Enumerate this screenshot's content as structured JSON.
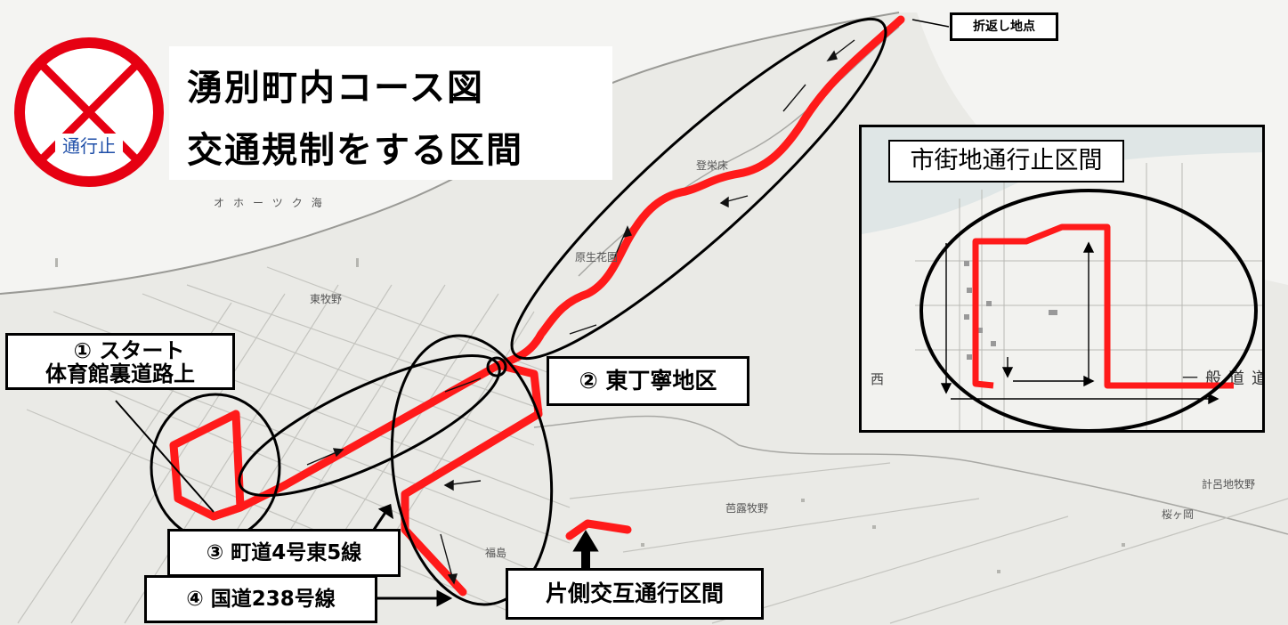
{
  "title": {
    "line1": "湧別町内コース図",
    "line2": "交通規制をする区間"
  },
  "sign": {
    "label": "通行止",
    "ring_color": "#e60012",
    "cross_color": "#e60012"
  },
  "labels": {
    "turnaround": "折返し地点",
    "start_line1": "① スタート",
    "start_line2": "体育館裏道路上",
    "higashi_teinei": "② 東丁寧地区",
    "town_road": "③ 町道4号東5線",
    "national_road": "④ 国道238号線",
    "alternating": "片側交互通行区間"
  },
  "inset": {
    "title": "市街地通行止区間",
    "road_label": "一般道道",
    "west_label": "西"
  },
  "map_text": {
    "sea": "オホーツク海",
    "east_ranch": "東牧野",
    "flower_garden": "原生花園",
    "tofutsu": "登栄床",
    "miyako_ranch": "芭露牧野",
    "fukushima": "福島",
    "tanigaoka": "桜ヶ岡",
    "keiro_ranch": "計呂地牧野"
  },
  "colors": {
    "route": "#ff1a1a",
    "outline": "#000000",
    "map_bg": "#f4f4f2",
    "land": "#e9e9e5",
    "road": "#cfcfca"
  }
}
